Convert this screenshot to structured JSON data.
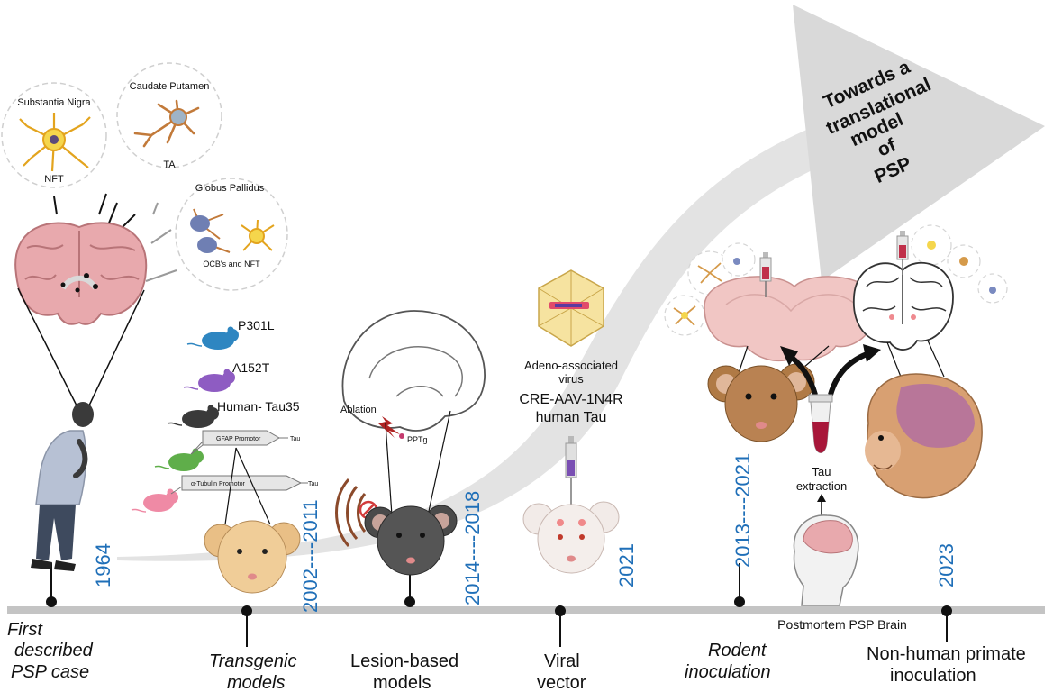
{
  "arrow_text": [
    "Towards a",
    "translational",
    "model",
    "of",
    "PSP"
  ],
  "brain_regions": {
    "substantia_nigra": "Substantia Nigra",
    "substantia_nigra_lesion": "NFT",
    "caudate_putamen": "Caudate Putamen",
    "caudate_putamen_lesion": "TA",
    "globus_pallidus": "Globus Pallidus",
    "globus_pallidus_lesion": "OCB's and NFT"
  },
  "transgenic": {
    "mice": [
      "P301L",
      "A152T",
      "Human- Tau35"
    ],
    "gfap_promoter": "GFAP Promotor",
    "tubulin_promoter": "α-Tubulin Promotor",
    "tau_label": "Tau"
  },
  "lesion": {
    "ablation": "Ablation",
    "pptg": "PPTg"
  },
  "viral": {
    "aav_line1": "Adeno-associated",
    "aav_line2": "virus",
    "construct_line1": "CRE-AAV-1N4R",
    "construct_line2": "human Tau"
  },
  "inoculation": {
    "extraction_line1": "Tau",
    "extraction_line2": "extraction",
    "postmortem": "Postmortem PSP Brain"
  },
  "years": [
    "1964",
    "2002----2011",
    "2014----2018",
    "2021",
    "2013----2021",
    "2023"
  ],
  "milestones": {
    "first_case": [
      "First",
      "described",
      "PSP case"
    ],
    "transgenic": [
      "Transgenic",
      "models"
    ],
    "lesion": [
      "Lesion-based",
      "models"
    ],
    "viral": [
      "Viral",
      "vector"
    ],
    "rodent": [
      "Rodent",
      "inoculation"
    ],
    "primate": [
      "Non-human primate",
      "inoculation"
    ]
  },
  "colors": {
    "year_blue": "#1f6fb8",
    "timeline_grey": "#c4c4c4",
    "arrow_grey": "#d9d9d9",
    "brain_pink": "#e8a9ad",
    "mouse_tan": "#e9bf86",
    "mouse_dark": "#4a4a4a",
    "mouse_white": "#f2ebe8",
    "mouse_brown": "#b07a45",
    "monkey_tan": "#d8a072"
  }
}
